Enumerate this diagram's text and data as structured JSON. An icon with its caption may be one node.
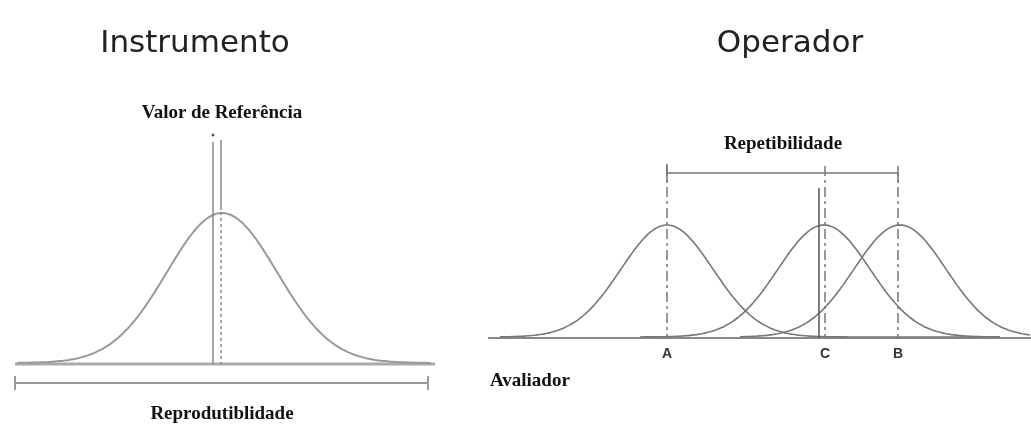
{
  "diagram": {
    "labels": [
      "Instrumento",
      "Operador",
      "Valor de Referência",
      "Repetibilidade",
      "A",
      "C",
      "B",
      "Avaliador",
      "Reprodutiblidade"
    ]
  }
}
